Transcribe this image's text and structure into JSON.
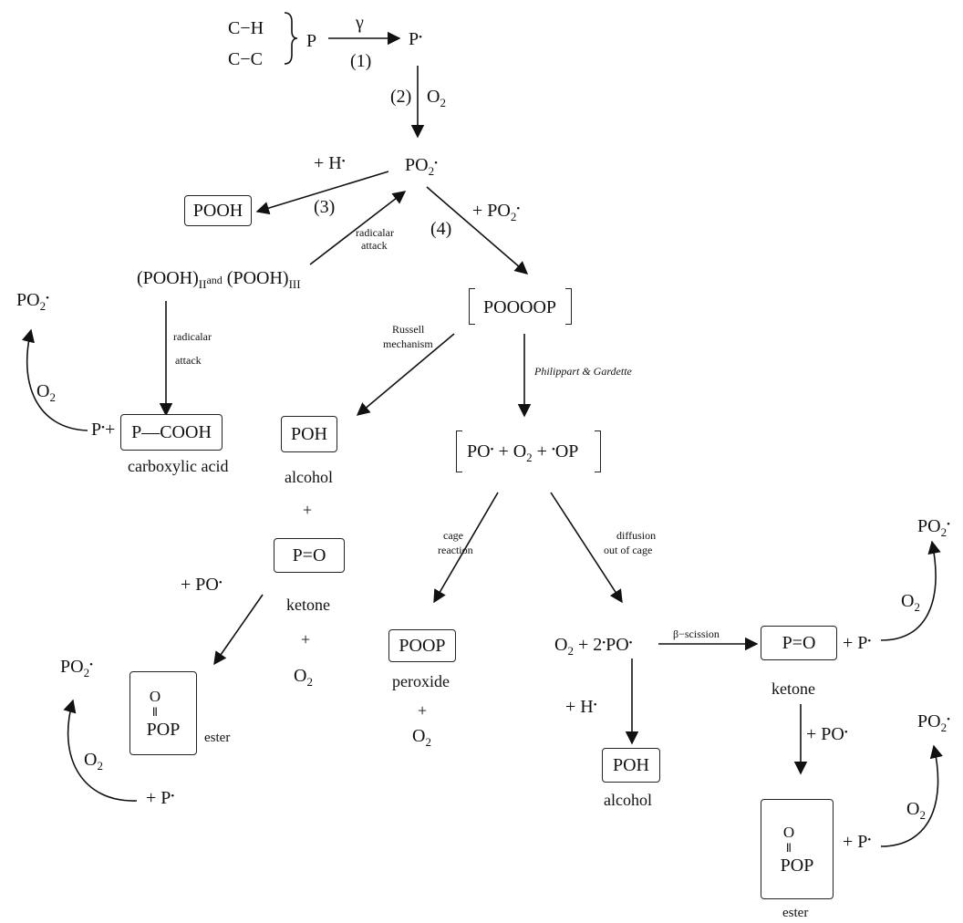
{
  "start": {
    "ch": "C−H",
    "cc": "C−C",
    "p": "P",
    "gamma": "γ",
    "step1": "(1)",
    "pdot": "P"
  },
  "step2": {
    "label": "(2)",
    "o2": "O"
  },
  "po2": "PO",
  "step3": {
    "hplus": "+ H",
    "label": "(3)",
    "pooh": "POOH"
  },
  "step4": {
    "label": "(4)",
    "plus_po2": "+ PO"
  },
  "radical_attack_top": [
    "radicalar",
    "attack"
  ],
  "pooh_isomers": {
    "a": "(POOH)",
    "sub_a": "II",
    "and": "and",
    "b": "(POOH)",
    "sub_b": "III"
  },
  "radical_attack_left": [
    "radicalar",
    "attack"
  ],
  "tetroxide": "POOOOP",
  "russell": [
    "Russell",
    "mechanism"
  ],
  "philippart": "Philippart & Gardette",
  "cage_pair": {
    "po": "PO",
    "o2": "+ O",
    "op": "OP"
  },
  "left_branch": {
    "po2_top": "PO",
    "o2": "O",
    "pdot": "P",
    "acid_box": "P—COOH",
    "acid_label": "carboxylic acid"
  },
  "russell_products": {
    "poh": "POH",
    "alcohol": "alcohol",
    "plus1": "+",
    "ketone_box": "P=O",
    "ketone": "ketone",
    "plus2": "+",
    "o2": "O",
    "plus_po": "+ PO"
  },
  "ester_left": {
    "po2": "PO",
    "o2": "O",
    "o": "O",
    "pop": "POP",
    "ester": "ester",
    "plus_p": "+ P"
  },
  "cage": {
    "label": [
      "cage",
      "reaction"
    ],
    "poop": "POOP",
    "peroxide": "peroxide",
    "plus": "+",
    "o2": "O"
  },
  "diffusion": {
    "label": [
      "diffusion",
      "out of cage"
    ],
    "o2_2po": "O",
    "plus2": "+ 2",
    "po": "PO"
  },
  "beta": {
    "label": "β−scission",
    "ketone_box": "P=O",
    "plus_p": "+ P",
    "ketone": "ketone",
    "po2": "PO",
    "o2": "O"
  },
  "hbranch": {
    "hplus": "+ H",
    "poh": "POH",
    "alcohol": "alcohol"
  },
  "ester_right": {
    "plus_po": "+ PO",
    "o": "O",
    "pop": "POP",
    "ester": "ester",
    "plus_p": "+ P",
    "po2": "PO",
    "o2": "O"
  }
}
